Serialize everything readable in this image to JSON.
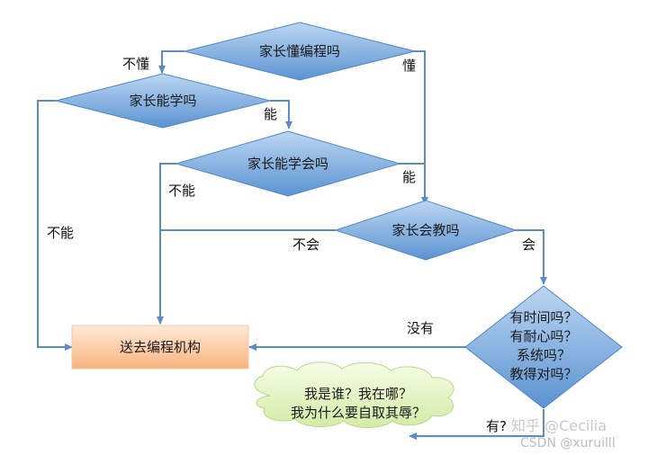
{
  "nodes": {
    "q_understand": "家长懂编程吗",
    "q_can_learn": "家长能学吗",
    "q_learn_good": "家长能学会吗",
    "q_teach": "家长会教吗",
    "q_time": [
      "有时间吗？",
      "有耐心吗？",
      "系统吗？",
      "教得对吗？"
    ],
    "result": "送去编程机构",
    "cloud": [
      "我是谁？我在哪？",
      "我为什么要自取其辱？"
    ]
  },
  "edges": {
    "no_understand": "不懂",
    "understand": "懂",
    "can": "能",
    "cannot_1": "不能",
    "cannot_2": "不能",
    "can_2": "能",
    "no_teach": "不会",
    "teach": "会",
    "no_have": "没有",
    "have": "有?"
  },
  "watermark": {
    "line1": "知乎 @Cecilia",
    "line2": "CSDN @xuruilll"
  },
  "colors": {
    "diamond_light": "#bcd6f2",
    "diamond_dark": "#5b93d1",
    "arrow": "#5b8cc6",
    "box_light": "#fde6d2",
    "box_dark": "#f8b47e",
    "cloud_light": "#f1fbd9",
    "cloud_dark": "#cfe8a0"
  }
}
